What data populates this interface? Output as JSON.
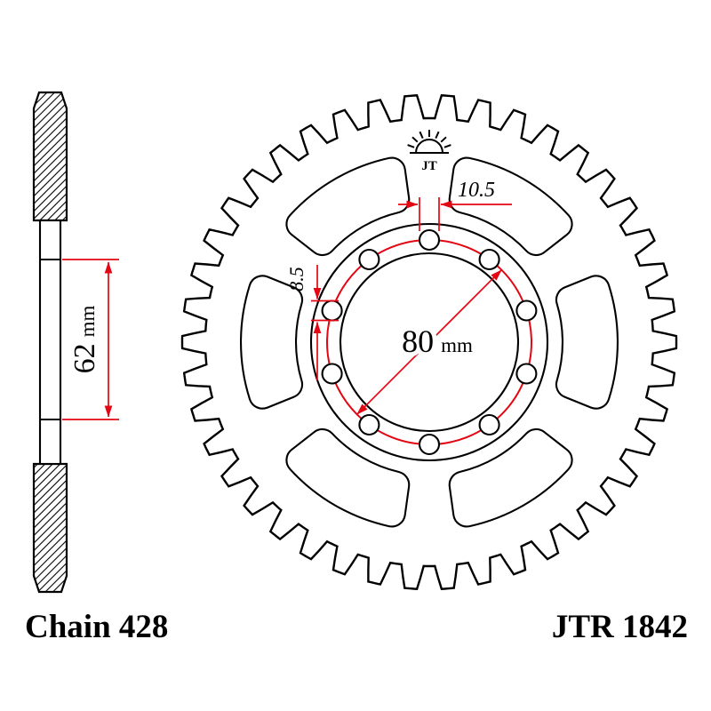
{
  "labels": {
    "chain": "Chain 428",
    "part_number": "JTR 1842"
  },
  "logo": {
    "icon": "rising-sun-icon",
    "text": "JT"
  },
  "dimensions": {
    "hub_width": {
      "value": "62",
      "unit": "mm"
    },
    "bolt_circle": {
      "value": "80",
      "unit": "mm"
    },
    "bolt_hole_diameter": "10.5",
    "web_thickness": "8.5"
  },
  "colors": {
    "dimension_lines": "#e30613",
    "drawing_lines": "#000000",
    "background": "#ffffff"
  }
}
